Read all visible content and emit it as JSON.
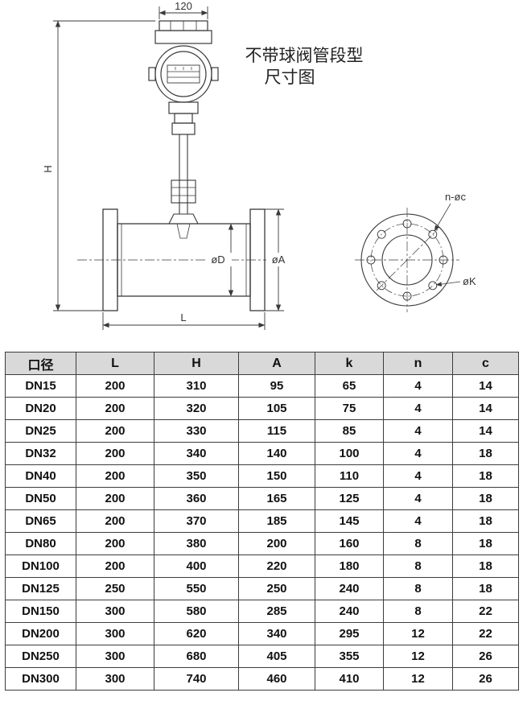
{
  "title": {
    "line1": "不带球阀管段型",
    "line2": "尺寸图"
  },
  "drawing": {
    "top_width_dim": "120",
    "height_dim": "H",
    "inner_diameter_dim": "øD",
    "flange_diameter_dim": "øA",
    "length_dim": "L",
    "bolt_holes_label": "n-øc",
    "bolt_circle_label": "øK"
  },
  "table": {
    "headers": [
      "口径",
      "L",
      "H",
      "A",
      "k",
      "n",
      "c"
    ],
    "rows": [
      [
        "DN15",
        "200",
        "310",
        "95",
        "65",
        "4",
        "14"
      ],
      [
        "DN20",
        "200",
        "320",
        "105",
        "75",
        "4",
        "14"
      ],
      [
        "DN25",
        "200",
        "330",
        "115",
        "85",
        "4",
        "14"
      ],
      [
        "DN32",
        "200",
        "340",
        "140",
        "100",
        "4",
        "18"
      ],
      [
        "DN40",
        "200",
        "350",
        "150",
        "110",
        "4",
        "18"
      ],
      [
        "DN50",
        "200",
        "360",
        "165",
        "125",
        "4",
        "18"
      ],
      [
        "DN65",
        "200",
        "370",
        "185",
        "145",
        "4",
        "18"
      ],
      [
        "DN80",
        "200",
        "380",
        "200",
        "160",
        "8",
        "18"
      ],
      [
        "DN100",
        "200",
        "400",
        "220",
        "180",
        "8",
        "18"
      ],
      [
        "DN125",
        "250",
        "550",
        "250",
        "240",
        "8",
        "18"
      ],
      [
        "DN150",
        "300",
        "580",
        "285",
        "240",
        "8",
        "22"
      ],
      [
        "DN200",
        "300",
        "620",
        "340",
        "295",
        "12",
        "22"
      ],
      [
        "DN250",
        "300",
        "680",
        "405",
        "355",
        "12",
        "26"
      ],
      [
        "DN300",
        "300",
        "740",
        "460",
        "410",
        "12",
        "26"
      ]
    ]
  },
  "colors": {
    "line": "#3a3a3a",
    "header_bg": "#d9d9d9",
    "table_border": "#3c3c3c"
  }
}
